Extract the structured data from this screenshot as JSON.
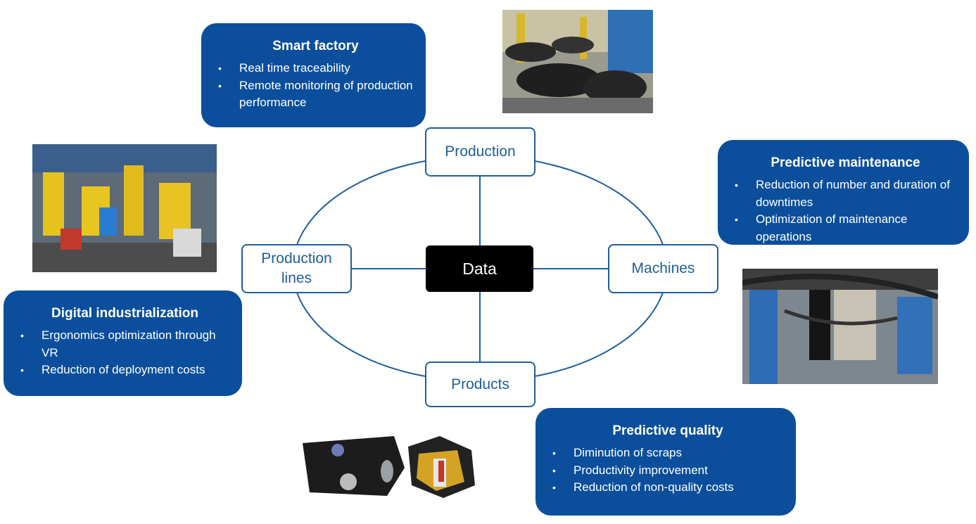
{
  "center_label": "Data",
  "nodes": {
    "production": "Production",
    "production_lines": "Production lines",
    "machines": "Machines",
    "products": "Products"
  },
  "cards": {
    "smart_factory": {
      "title": "Smart factory",
      "items": [
        "Real time traceability",
        "Remote monitoring of production performance"
      ]
    },
    "predictive_maintenance": {
      "title": "Predictive maintenance",
      "items": [
        "Reduction of number and duration of downtimes",
        "Optimization of maintenance operations"
      ]
    },
    "digital_industrialization": {
      "title": "Digital industrialization",
      "items": [
        "Ergonomics optimization through VR",
        "Reduction of deployment costs"
      ]
    },
    "predictive_quality": {
      "title": "Predictive quality",
      "items": [
        "Diminution of scraps",
        "Productivity improvement",
        "Reduction of non-quality costs"
      ]
    }
  },
  "colors": {
    "card_blue": "#0b4f9c",
    "line_blue": "#1f5e9c",
    "center_bg": "#000000"
  }
}
